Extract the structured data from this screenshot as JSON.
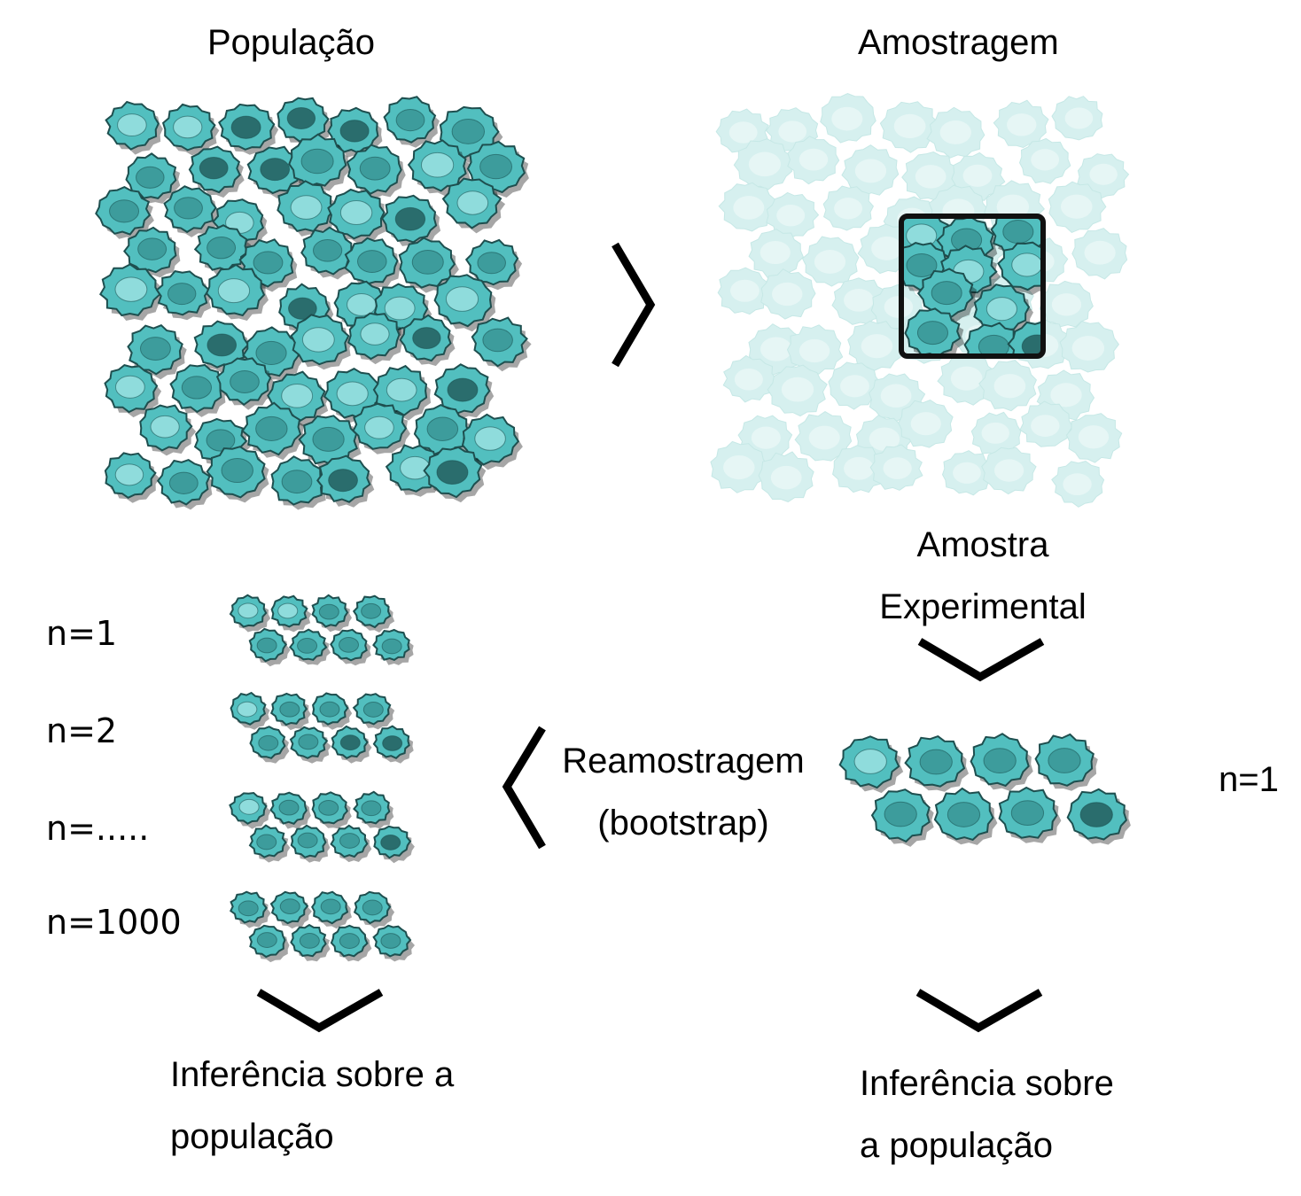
{
  "population": {
    "label": "População"
  },
  "sampling": {
    "label": "Amostragem"
  },
  "experimental_sample": {
    "line1": "Amostra",
    "line2": "Experimental",
    "n_label": "n=1"
  },
  "resampling": {
    "line1": "Reamostragem",
    "line2": "(bootstrap)"
  },
  "resamples": [
    {
      "label": "n=1"
    },
    {
      "label": "n=2"
    },
    {
      "label": "n=....."
    },
    {
      "label": "n=1000"
    }
  ],
  "inference_left": {
    "line1": "Inferência sobre a",
    "line2": "população"
  },
  "inference_right": {
    "line1": "Inferência sobre",
    "line2": "a população"
  },
  "colors": {
    "cell_fill": "#52bfbf",
    "cell_stroke": "#1e4f4f",
    "nucleus_light": "#8fdcdc",
    "nucleus_mid": "#3d9c9c",
    "nucleus_dark": "#2a6d6d",
    "faded_cell": "#d6f0ef"
  }
}
